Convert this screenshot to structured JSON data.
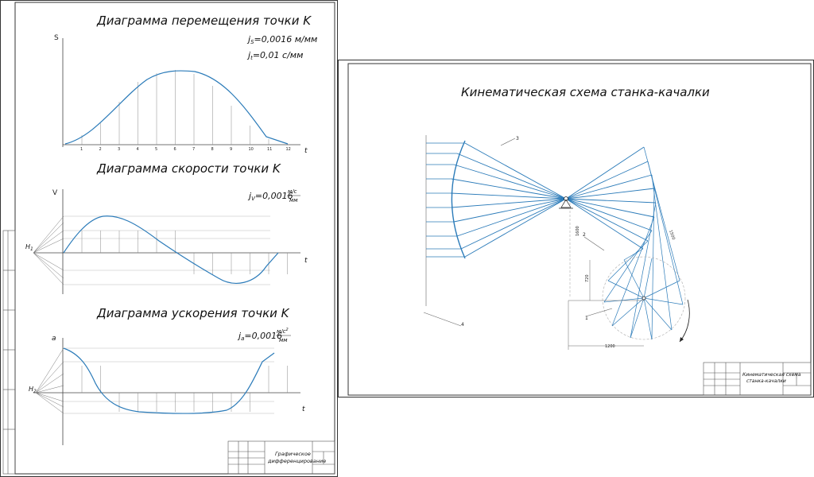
{
  "left_sheet": {
    "displacement": {
      "title": "Диаграмма перемещения точки K",
      "axis_y": "S",
      "axis_x": "t",
      "scale_s_prefix": "j",
      "scale_s_sub": "S",
      "scale_s_value": "=0,0016 м/мм",
      "scale_t_prefix": "j",
      "scale_t_sub": "t",
      "scale_t_value": "=0,01 с/мм",
      "ticks": [
        "1",
        "2",
        "3",
        "4",
        "5",
        "6",
        "7",
        "8",
        "9",
        "10",
        "11",
        "12"
      ]
    },
    "velocity": {
      "title": "Диаграмма скорости точки K",
      "axis_y": "V",
      "axis_x": "t",
      "pole": "H",
      "pole_sub": "1",
      "scale_prefix": "j",
      "scale_sub": "V",
      "scale_value": "=0,0016",
      "unit_num": "м/с",
      "unit_den": "мм"
    },
    "acceleration": {
      "title": "Диаграмма ускорения точки K",
      "axis_y": "a",
      "axis_x": "t",
      "pole": "H",
      "pole_sub": "2",
      "scale_prefix": "j",
      "scale_sub": "a",
      "scale_value": "=0,0016",
      "unit_num": "м/с",
      "unit_sup": "2",
      "unit_den": "мм"
    },
    "title_block": {
      "line1": "Графическое",
      "line2": "дифференцирование"
    }
  },
  "right_sheet": {
    "title": "Кинематическая схема станка-качалки",
    "title_block": {
      "line1": "Кинематическая схема",
      "line2": "станка-качалки"
    },
    "leader_labels": [
      "1",
      "2",
      "3",
      "4"
    ],
    "dims": [
      "1200",
      "1600",
      "720",
      "1500"
    ]
  },
  "colors": {
    "curve": "#2b7bb9",
    "line": "#555555",
    "frame": "#333333"
  }
}
